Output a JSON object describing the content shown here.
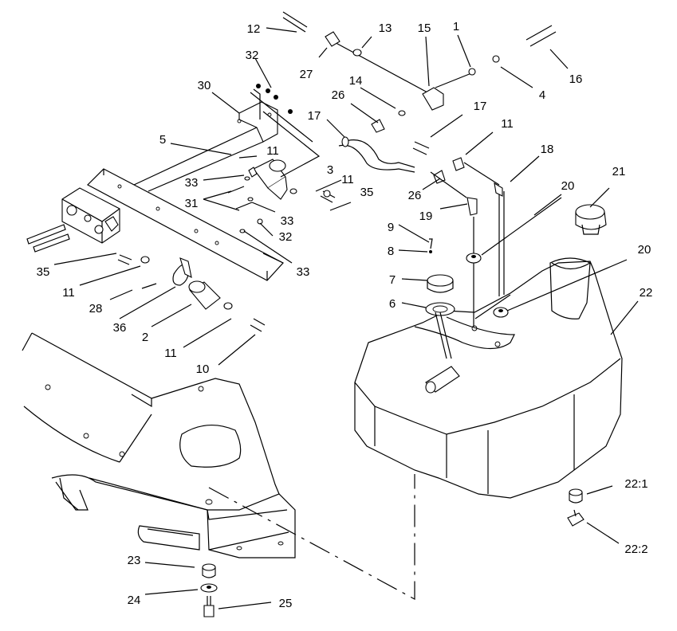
{
  "diagram": {
    "callouts": [
      {
        "id": "c1",
        "text": "1"
      },
      {
        "id": "c2",
        "text": "2"
      },
      {
        "id": "c3",
        "text": "3"
      },
      {
        "id": "c4",
        "text": "4"
      },
      {
        "id": "c5",
        "text": "5"
      },
      {
        "id": "c6",
        "text": "6"
      },
      {
        "id": "c7",
        "text": "7"
      },
      {
        "id": "c8",
        "text": "8"
      },
      {
        "id": "c9",
        "text": "9"
      },
      {
        "id": "c10",
        "text": "10"
      },
      {
        "id": "c11a",
        "text": "11"
      },
      {
        "id": "c11b",
        "text": "11"
      },
      {
        "id": "c11c",
        "text": "11"
      },
      {
        "id": "c11d",
        "text": "11"
      },
      {
        "id": "c11e",
        "text": "11"
      },
      {
        "id": "c12",
        "text": "12"
      },
      {
        "id": "c13",
        "text": "13"
      },
      {
        "id": "c14",
        "text": "14"
      },
      {
        "id": "c15",
        "text": "15"
      },
      {
        "id": "c16",
        "text": "16"
      },
      {
        "id": "c17a",
        "text": "17"
      },
      {
        "id": "c17b",
        "text": "17"
      },
      {
        "id": "c18",
        "text": "18"
      },
      {
        "id": "c19",
        "text": "19"
      },
      {
        "id": "c20a",
        "text": "20"
      },
      {
        "id": "c20b",
        "text": "20"
      },
      {
        "id": "c21",
        "text": "21"
      },
      {
        "id": "c22",
        "text": "22"
      },
      {
        "id": "c22_1",
        "text": "22:1"
      },
      {
        "id": "c22_2",
        "text": "22:2"
      },
      {
        "id": "c23",
        "text": "23"
      },
      {
        "id": "c24",
        "text": "24"
      },
      {
        "id": "c25",
        "text": "25"
      },
      {
        "id": "c26a",
        "text": "26"
      },
      {
        "id": "c26b",
        "text": "26"
      },
      {
        "id": "c27",
        "text": "27"
      },
      {
        "id": "c28",
        "text": "28"
      },
      {
        "id": "c30",
        "text": "30"
      },
      {
        "id": "c31",
        "text": "31"
      },
      {
        "id": "c32a",
        "text": "32"
      },
      {
        "id": "c32b",
        "text": "32"
      },
      {
        "id": "c33a",
        "text": "33"
      },
      {
        "id": "c33b",
        "text": "33"
      },
      {
        "id": "c33c",
        "text": "33"
      },
      {
        "id": "c35a",
        "text": "35"
      },
      {
        "id": "c35b",
        "text": "35"
      },
      {
        "id": "c36",
        "text": "36"
      }
    ]
  }
}
